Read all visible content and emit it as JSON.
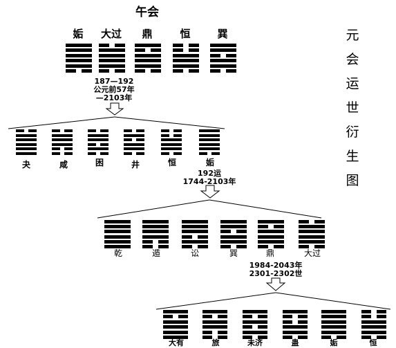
{
  "title": "午会",
  "side_title": [
    "元",
    "会",
    "运",
    "世",
    "衍",
    "生",
    "图"
  ],
  "level1": {
    "hexagrams": [
      {
        "name": "姤",
        "lines": [
          1,
          1,
          1,
          1,
          1,
          0
        ]
      },
      {
        "name": "大过",
        "lines": [
          0,
          1,
          1,
          1,
          1,
          0
        ]
      },
      {
        "name": "鼎",
        "lines": [
          1,
          0,
          1,
          1,
          1,
          0
        ]
      },
      {
        "name": "恒",
        "lines": [
          0,
          0,
          1,
          1,
          1,
          0
        ]
      },
      {
        "name": "巽",
        "lines": [
          1,
          1,
          0,
          1,
          1,
          0
        ]
      }
    ],
    "note": [
      "187—192",
      "公元前57年",
      "—2103年"
    ]
  },
  "level2": {
    "hexagrams": [
      {
        "name": "夬",
        "lines": [
          0,
          1,
          1,
          1,
          1,
          1
        ]
      },
      {
        "name": "咸",
        "lines": [
          0,
          1,
          1,
          1,
          0,
          0
        ]
      },
      {
        "name": "困",
        "lines": [
          0,
          1,
          1,
          0,
          1,
          0
        ]
      },
      {
        "name": "井",
        "lines": [
          0,
          1,
          0,
          1,
          1,
          0
        ]
      },
      {
        "name": "恒",
        "lines": [
          0,
          0,
          1,
          1,
          1,
          0
        ]
      },
      {
        "name": "姤",
        "lines": [
          1,
          1,
          1,
          1,
          1,
          0
        ]
      }
    ],
    "note": [
      "192运",
      "1744-2103年"
    ]
  },
  "level3": {
    "hexagrams": [
      {
        "name": "乾",
        "lines": [
          1,
          1,
          1,
          1,
          1,
          1
        ]
      },
      {
        "name": "遁",
        "lines": [
          1,
          1,
          1,
          1,
          0,
          0
        ]
      },
      {
        "name": "讼",
        "lines": [
          1,
          1,
          1,
          0,
          1,
          0
        ]
      },
      {
        "name": "巽",
        "lines": [
          1,
          1,
          0,
          1,
          1,
          0
        ]
      },
      {
        "name": "鼎",
        "lines": [
          1,
          0,
          1,
          1,
          1,
          0
        ]
      },
      {
        "name": "大过",
        "lines": [
          0,
          1,
          1,
          1,
          1,
          0
        ]
      }
    ],
    "note": [
      "1984-2043年",
      "2301-2302世"
    ]
  },
  "level4": {
    "hexagrams": [
      {
        "name": "大有",
        "lines": [
          1,
          0,
          1,
          1,
          1,
          1
        ]
      },
      {
        "name": "旅",
        "lines": [
          1,
          0,
          1,
          1,
          0,
          0
        ]
      },
      {
        "name": "未济",
        "lines": [
          1,
          0,
          1,
          0,
          1,
          0
        ]
      },
      {
        "name": "蛊",
        "lines": [
          1,
          0,
          0,
          1,
          1,
          0
        ]
      },
      {
        "name": "姤",
        "lines": [
          1,
          1,
          1,
          1,
          1,
          0
        ]
      },
      {
        "name": "恒",
        "lines": [
          0,
          0,
          1,
          1,
          1,
          0
        ]
      }
    ]
  }
}
